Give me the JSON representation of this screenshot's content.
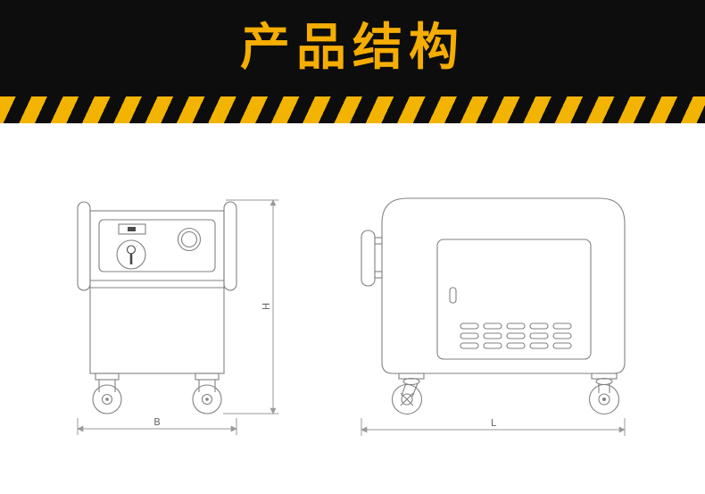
{
  "header": {
    "title": "产品结构"
  },
  "colors": {
    "banner_bg": "#0d0d0d",
    "accent": "#f5ad00",
    "stripe_yellow": "#f2b400",
    "drawing_line": "#828282",
    "dimension_line": "#9a9a9a"
  },
  "diagram": {
    "front_view": {
      "height_label": "H",
      "width_label": "B"
    },
    "side_view": {
      "length_label": "L"
    }
  }
}
